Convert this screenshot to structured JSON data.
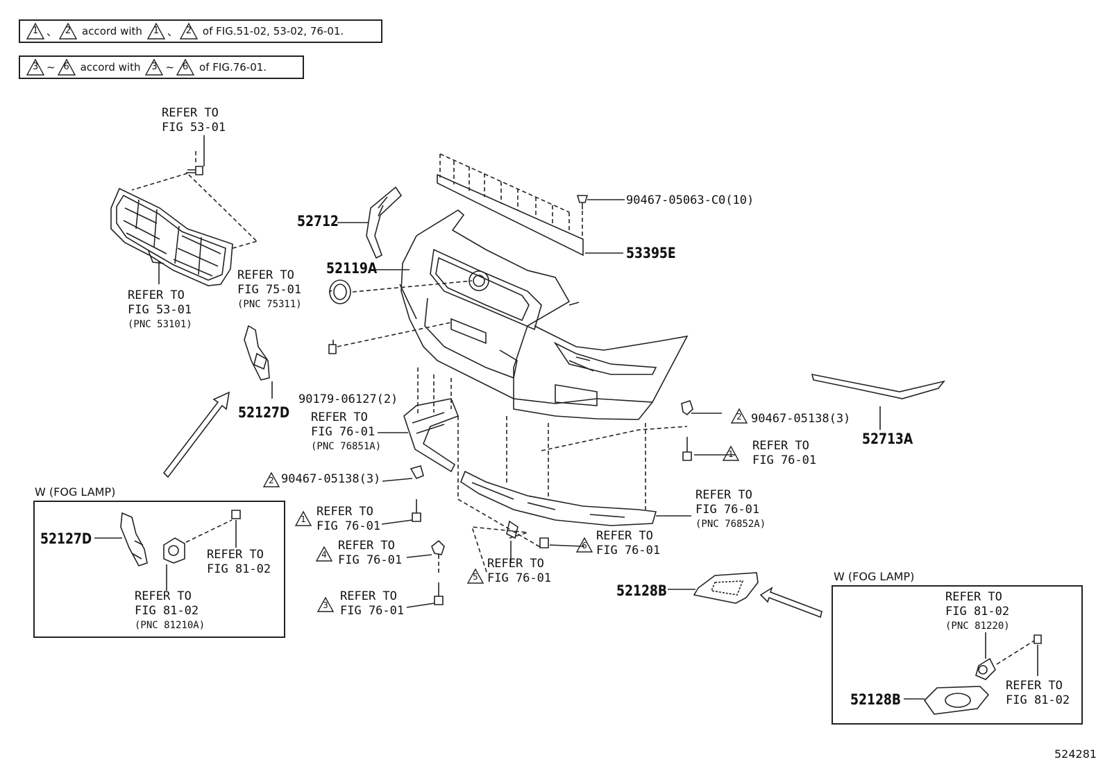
{
  "notes": {
    "line1": {
      "a": "1",
      "b": "2",
      "sep": "、",
      "text": "accord with",
      "c": "1",
      "d": "2",
      "tail": "of FIG.51-02, 53-02, 76-01."
    },
    "line2": {
      "a": "3",
      "b": "6",
      "sep": "~",
      "text": "accord with",
      "c": "3",
      "d": "6",
      "tail": "of FIG.76-01."
    }
  },
  "labels": {
    "refer_fig53_top": {
      "line1": "REFER TO",
      "line2": "FIG 53-01"
    },
    "refer_fig53_grille": {
      "line1": "REFER TO",
      "line2": "FIG 53-01",
      "pnc": "(PNC 53101)"
    },
    "refer_fig75": {
      "line1": "REFER TO",
      "line2": "FIG 75-01",
      "pnc": "(PNC 75311)"
    },
    "refer_fig76_lower": {
      "line1": "REFER TO",
      "line2": "FIG 76-01",
      "pnc": "(PNC 76851A)"
    },
    "refer_fig76_spoiler": {
      "line1": "REFER TO",
      "line2": "FIG 76-01",
      "pnc": "(PNC 76852A)"
    },
    "refer_mark1_right": {
      "line1": "REFER TO",
      "line2": "FIG 76-01",
      "mark": "1"
    },
    "refer_mark1_left": {
      "line1": "REFER TO",
      "line2": "FIG 76-01",
      "mark": "1"
    },
    "refer_mark4": {
      "line1": "REFER TO",
      "line2": "FIG 76-01",
      "mark": "4"
    },
    "refer_mark3": {
      "line1": "REFER TO",
      "line2": "FIG 76-01",
      "mark": "3"
    },
    "refer_mark5": {
      "line1": "REFER TO",
      "line2": "FIG 76-01",
      "mark": "5"
    },
    "refer_mark6": {
      "line1": "REFER TO",
      "line2": "FIG 76-01",
      "mark": "6"
    },
    "clip_top": {
      "text": "90467-05063-C0(10)"
    },
    "clip_right": {
      "text": "90467-05138(3)",
      "mark": "2"
    },
    "clip_left": {
      "text": "90467-05138(3)",
      "mark": "2"
    },
    "nut": {
      "text": "90179-06127(2)"
    }
  },
  "parts": {
    "p52712": "52712",
    "p52119A": "52119A",
    "p53395E": "53395E",
    "p52127D": "52127D",
    "p52713A": "52713A",
    "p52128B": "52128B"
  },
  "fog_left": {
    "title": "W (FOG LAMP)",
    "part": "52127D",
    "refer_bulb": {
      "line1": "REFER TO",
      "line2": "FIG 81-02"
    },
    "refer_lamp": {
      "line1": "REFER TO",
      "line2": "FIG 81-02",
      "pnc": "(PNC 81210A)"
    }
  },
  "fog_right": {
    "title": "W (FOG LAMP)",
    "part": "52128B",
    "refer_lamp": {
      "line1": "REFER TO",
      "line2": "FIG 81-02",
      "pnc": "(PNC 81220)"
    },
    "refer_bulb": {
      "line1": "REFER TO",
      "line2": "FIG 81-02"
    }
  },
  "figure_number": "524281"
}
